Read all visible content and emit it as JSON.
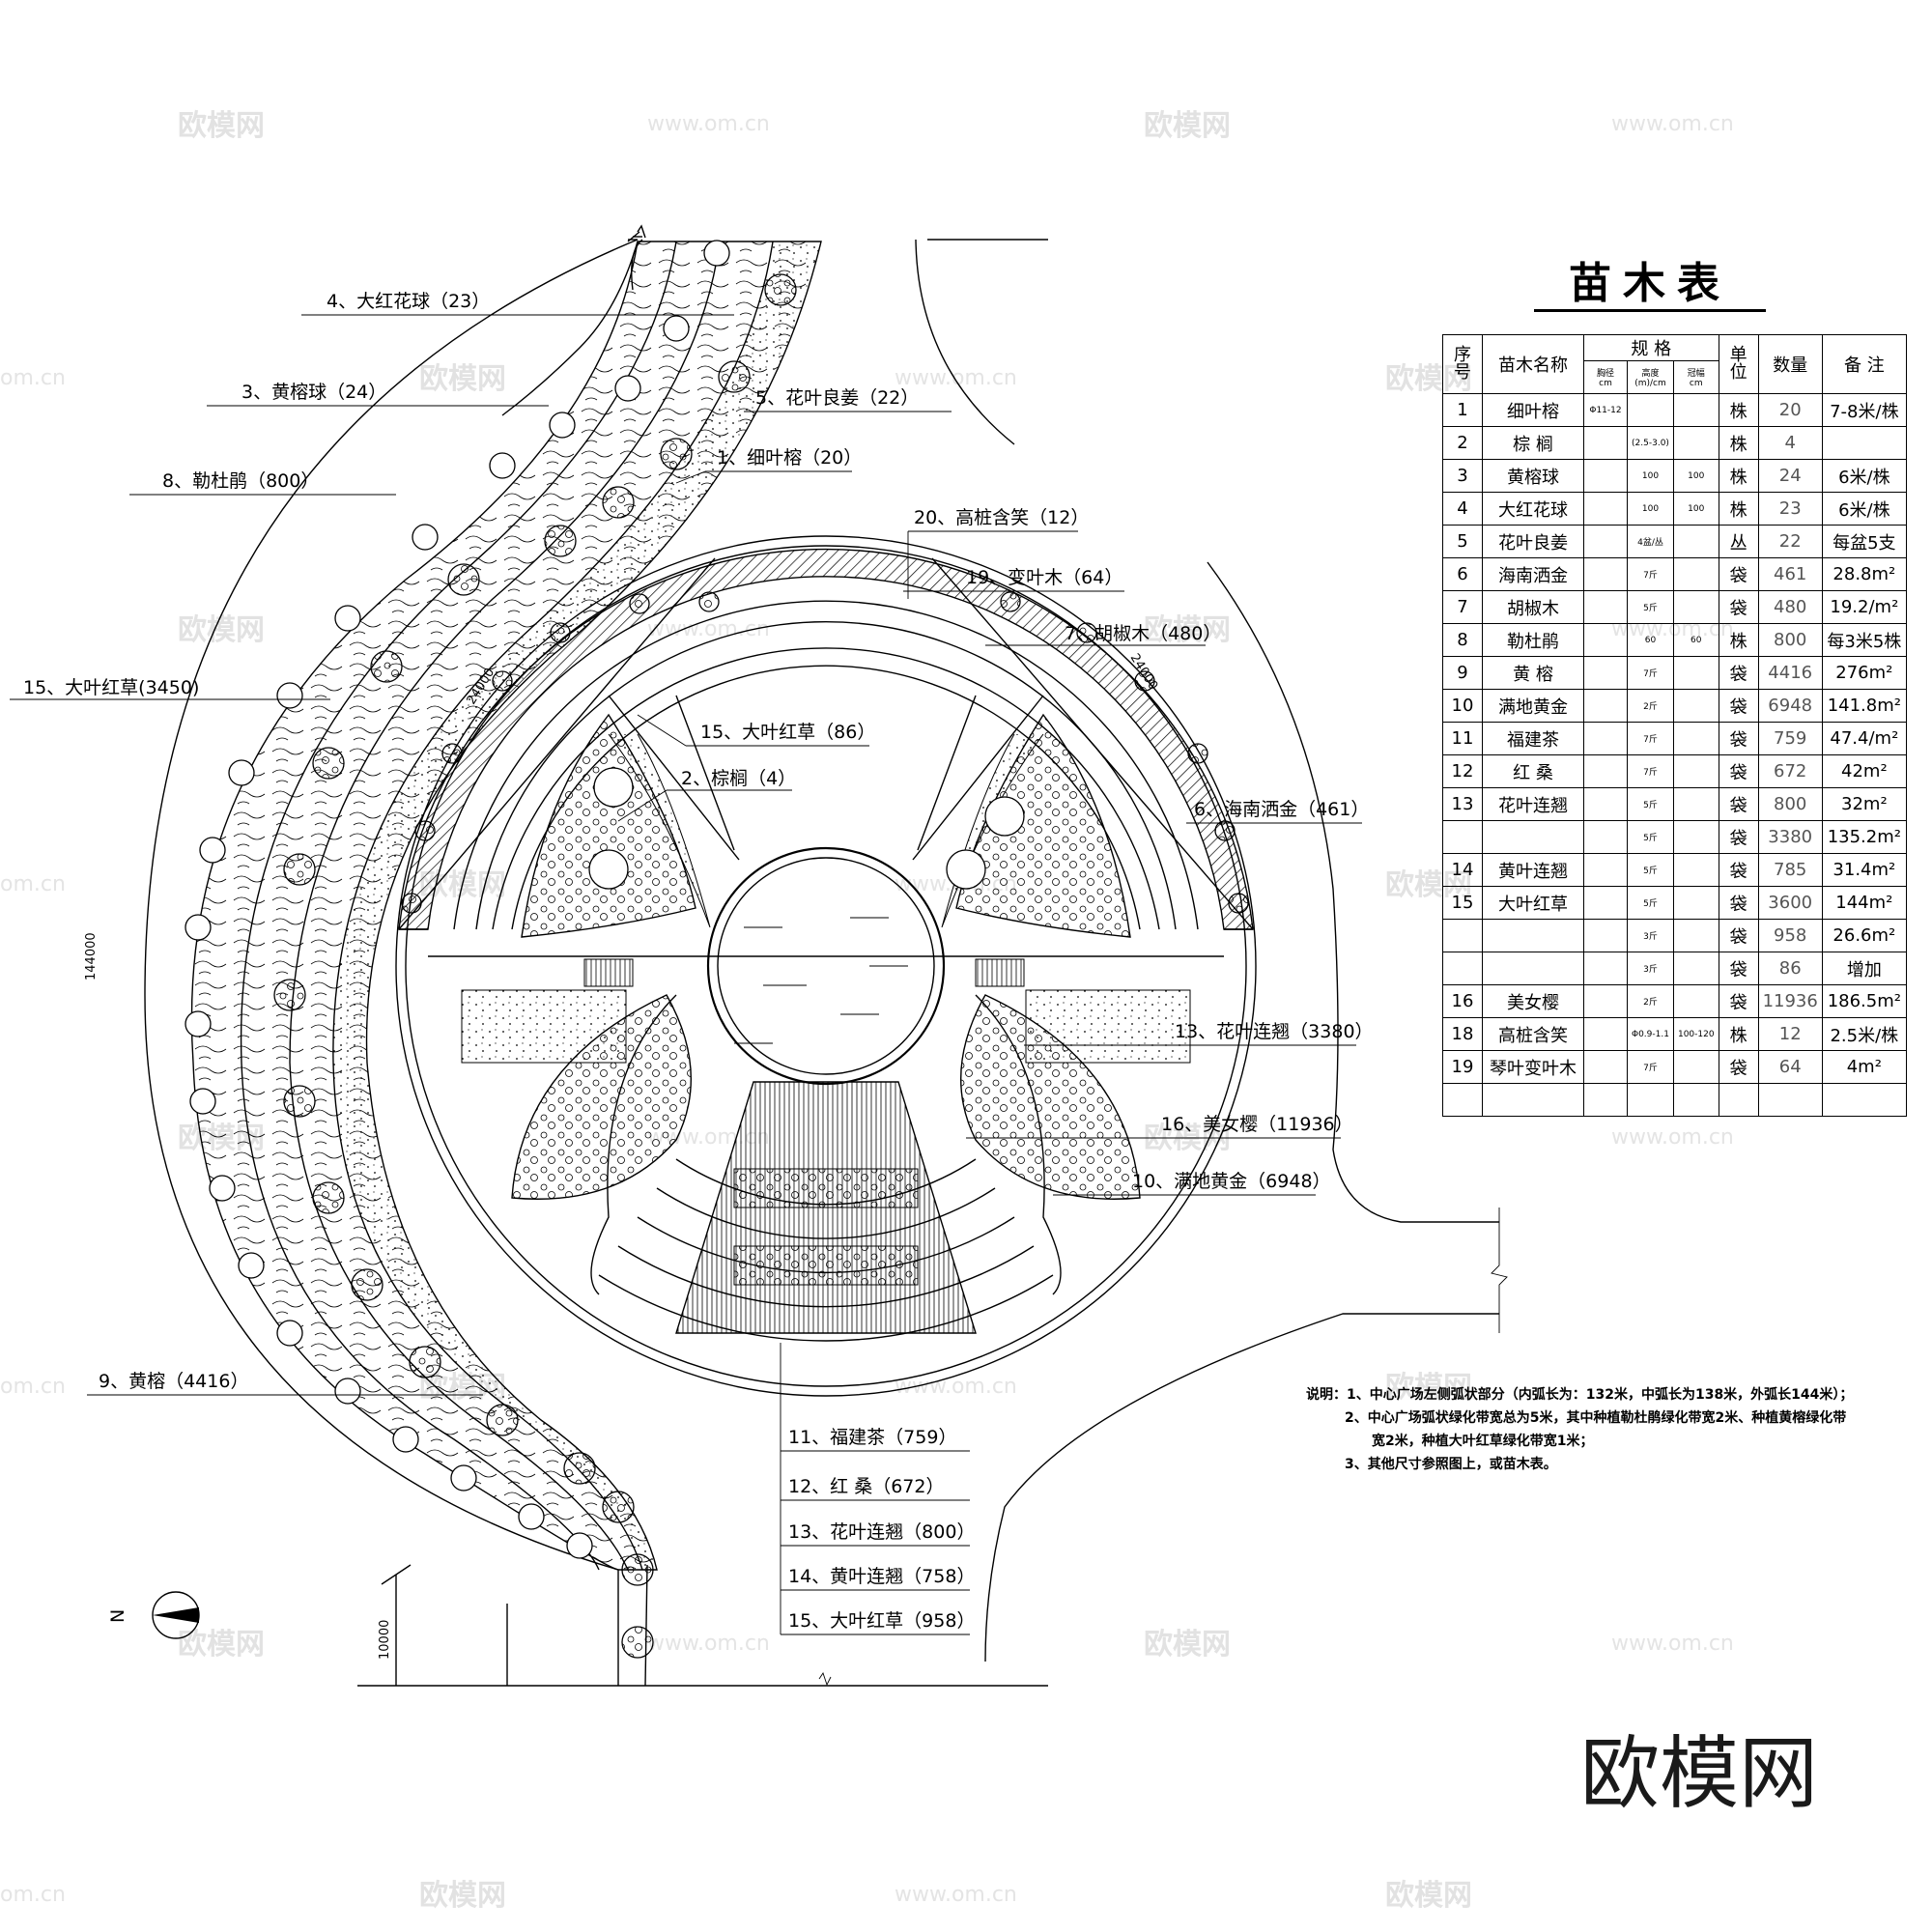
{
  "watermark": {
    "logo_text": "欧模网",
    "url_text": "www.om.cn",
    "partial_url_text": "om.cn"
  },
  "plant_table": {
    "title": "苗木表",
    "headers": {
      "index": "序号",
      "name": "苗木名称",
      "spec": "规 格",
      "spec_dbh": "胸径",
      "spec_dbh_unit": "cm",
      "spec_height": "高度",
      "spec_height_unit": "(m)/cm",
      "spec_crown": "冠幅",
      "spec_crown_unit": "cm",
      "unit": "单位",
      "quantity": "数量",
      "remark": "备 注"
    },
    "rows": [
      {
        "no": "1",
        "name": "细叶榕",
        "dbh": "Φ11-12",
        "height": "",
        "crown": "",
        "unit": "株",
        "qty": "20",
        "remark": "7-8米/株"
      },
      {
        "no": "2",
        "name": "棕 榈",
        "dbh": "",
        "height": "(2.5-3.0)",
        "crown": "",
        "unit": "株",
        "qty": "4",
        "remark": ""
      },
      {
        "no": "3",
        "name": "黄榕球",
        "dbh": "",
        "height": "100",
        "crown": "100",
        "unit": "株",
        "qty": "24",
        "remark": "6米/株"
      },
      {
        "no": "4",
        "name": "大红花球",
        "dbh": "",
        "height": "100",
        "crown": "100",
        "unit": "株",
        "qty": "23",
        "remark": "6米/株"
      },
      {
        "no": "5",
        "name": "花叶良姜",
        "dbh": "",
        "height": "4盆/丛",
        "crown": "",
        "unit": "丛",
        "qty": "22",
        "remark": "每盆5支"
      },
      {
        "no": "6",
        "name": "海南洒金",
        "dbh": "",
        "height": "7斤",
        "crown": "",
        "unit": "袋",
        "qty": "461",
        "remark": "28.8m²"
      },
      {
        "no": "7",
        "name": "胡椒木",
        "dbh": "",
        "height": "5斤",
        "crown": "",
        "unit": "袋",
        "qty": "480",
        "remark": "19.2/m²"
      },
      {
        "no": "8",
        "name": "勒杜鹃",
        "dbh": "",
        "height": "60",
        "crown": "60",
        "unit": "株",
        "qty": "800",
        "remark": "每3米5株"
      },
      {
        "no": "9",
        "name": "黄 榕",
        "dbh": "",
        "height": "7斤",
        "crown": "",
        "unit": "袋",
        "qty": "4416",
        "remark": "276m²"
      },
      {
        "no": "10",
        "name": "满地黄金",
        "dbh": "",
        "height": "2斤",
        "crown": "",
        "unit": "袋",
        "qty": "6948",
        "remark": "141.8m²"
      },
      {
        "no": "11",
        "name": "福建茶",
        "dbh": "",
        "height": "7斤",
        "crown": "",
        "unit": "袋",
        "qty": "759",
        "remark": "47.4/m²"
      },
      {
        "no": "12",
        "name": "红 桑",
        "dbh": "",
        "height": "7斤",
        "crown": "",
        "unit": "袋",
        "qty": "672",
        "remark": "42m²"
      },
      {
        "no": "13",
        "name": "花叶连翘",
        "dbh": "",
        "height": "5斤",
        "crown": "",
        "unit": "袋",
        "qty": "800",
        "remark": "32m²"
      },
      {
        "no": "",
        "name": "",
        "dbh": "",
        "height": "5斤",
        "crown": "",
        "unit": "袋",
        "qty": "3380",
        "remark": "135.2m²"
      },
      {
        "no": "14",
        "name": "黄叶连翘",
        "dbh": "",
        "height": "5斤",
        "crown": "",
        "unit": "袋",
        "qty": "785",
        "remark": "31.4m²"
      },
      {
        "no": "15",
        "name": "大叶红草",
        "dbh": "",
        "height": "5斤",
        "crown": "",
        "unit": "袋",
        "qty": "3600",
        "remark": "144m²"
      },
      {
        "no": "",
        "name": "",
        "dbh": "",
        "height": "3斤",
        "crown": "",
        "unit": "袋",
        "qty": "958",
        "remark": "26.6m²"
      },
      {
        "no": "",
        "name": "",
        "dbh": "",
        "height": "3斤",
        "crown": "",
        "unit": "袋",
        "qty": "86",
        "remark": "增加"
      },
      {
        "no": "16",
        "name": "美女樱",
        "dbh": "",
        "height": "2斤",
        "crown": "",
        "unit": "袋",
        "qty": "11936",
        "remark": "186.5m²"
      },
      {
        "no": "18",
        "name": "高桩含笑",
        "dbh": "",
        "height": "Φ0.9-1.1",
        "crown": "100-120",
        "unit": "株",
        "qty": "12",
        "remark": "2.5米/株"
      },
      {
        "no": "19",
        "name": "琴叶变叶木",
        "dbh": "",
        "height": "7斤",
        "crown": "",
        "unit": "袋",
        "qty": "64",
        "remark": "4m²"
      },
      {
        "no": "",
        "name": "",
        "dbh": "",
        "height": "",
        "crown": "",
        "unit": "",
        "qty": "",
        "remark": ""
      }
    ]
  },
  "notes": {
    "lead": "说明：",
    "items": [
      "1、中心广场左侧弧状部分（内弧长为：132米，中弧长为138米，外弧长144米）；",
      "2、中心广场弧状绿化带宽总为5米，其中种植勒杜鹃绿化带宽2米、种植黄榕绿化带",
      "宽2米，种植大叶红草绿化带宽1米；",
      "3、其他尺寸参照图上，或苗木表。"
    ]
  },
  "callouts": {
    "c4": "4、大红花球（23）",
    "c3": "3、黄榕球（24）",
    "c5": "5、花叶良姜（22）",
    "c8": "8、勒杜鹃（800）",
    "c1": "1、细叶榕（20）",
    "c20": "20、高桩含笑（12）",
    "c19": "19、变叶木（64）",
    "c7": "7、胡椒木（480）",
    "c15a": "15、大叶红草(3450)",
    "c15b": "15、大叶红草（86）",
    "c2": "2、棕榈（4）",
    "c6": "6、海南洒金（461）",
    "c13a": "13、花叶连翘（3380）",
    "c16": "16、美女樱（11936）",
    "c10": "10、满地黄金（6948）",
    "c9": "9、黄榕（4416）",
    "c11": "11、福建茶（759）",
    "c12": "12、红 桑（672）",
    "c13b": "13、花叶连翘（800）",
    "c14": "14、黄叶连翘（758）",
    "c15c": "15、大叶红草（958）"
  },
  "dimensions": {
    "d_left": "24000",
    "d_right": "24000",
    "d_arc": "144000",
    "d_bottom": "10000"
  },
  "north_arrow": {
    "label": "N"
  }
}
